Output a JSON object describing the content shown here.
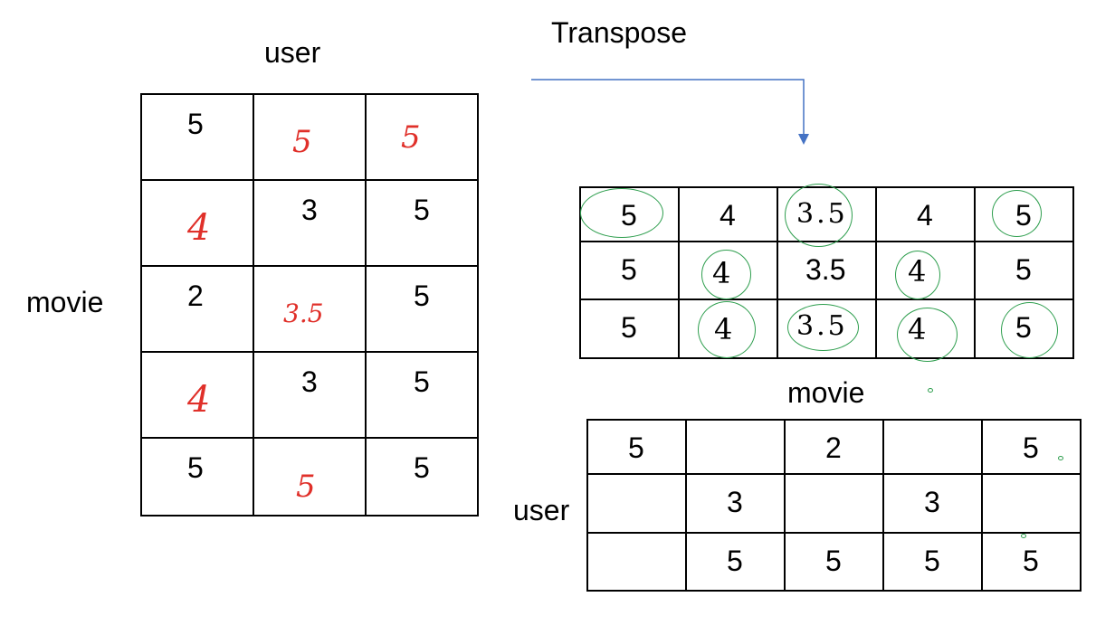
{
  "labels": {
    "left_top": "user",
    "left_side": "movie",
    "transpose": "Transpose",
    "right_mid": "movie",
    "right_side": "user"
  },
  "left_matrix": {
    "rows": [
      [
        "5",
        "5",
        "5"
      ],
      [
        "4",
        "3",
        "5"
      ],
      [
        "2",
        "3.5",
        "5"
      ],
      [
        "4",
        "3",
        "5"
      ],
      [
        "5",
        "5",
        "5"
      ]
    ]
  },
  "transposed_matrix": {
    "rows": [
      [
        "5",
        "4",
        "3.5",
        "4",
        "5"
      ],
      [
        "5",
        "4",
        "3.5",
        "4",
        "5"
      ],
      [
        "5",
        "4",
        "3.5",
        "4",
        "5"
      ]
    ]
  },
  "sparse_matrix": {
    "rows": [
      [
        "5",
        "",
        "2",
        "",
        "5"
      ],
      [
        "",
        "3",
        "",
        "3",
        ""
      ],
      [
        "",
        "5",
        "5",
        "5",
        "5"
      ]
    ]
  },
  "colors": {
    "handwritten": "#e0302a",
    "circles": "#2e9e4e",
    "arrow": "#4472c4"
  }
}
